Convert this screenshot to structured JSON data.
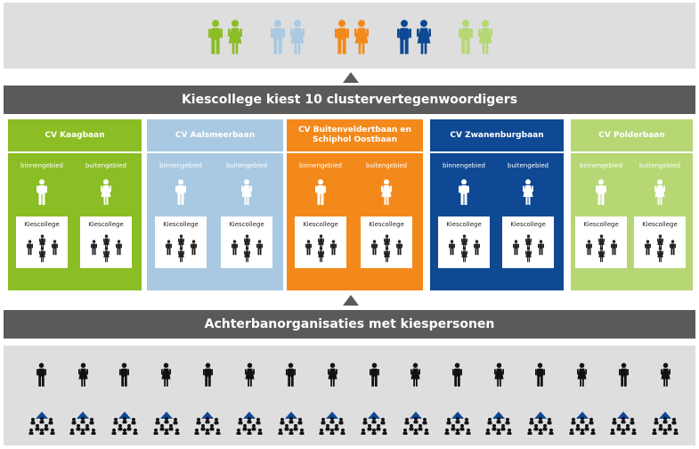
{
  "colors": {
    "green": "#8bbd25",
    "lightblue": "#a9c9e2",
    "orange": "#f3891b",
    "darkblue": "#0f4893",
    "lightgreen": "#b6d774",
    "banner": "#5a5a5a",
    "band": "#dedede"
  },
  "top_people": [
    {
      "color": "#8bbd25",
      "icons": [
        "man-icon",
        "woman-icon"
      ]
    },
    {
      "color": "#a9c9e2",
      "icons": [
        "man-icon",
        "woman-icon"
      ]
    },
    {
      "color": "#f3891b",
      "icons": [
        "man-icon",
        "woman-icon"
      ]
    },
    {
      "color": "#0f4893",
      "icons": [
        "man-icon",
        "woman-icon"
      ]
    },
    {
      "color": "#b6d774",
      "icons": [
        "man-icon",
        "woman-icon"
      ]
    }
  ],
  "banner_top": "Kiescollege kiest 10 clustervertegenwoordigers",
  "banner_bottom": "Achterbanorganisaties met kiespersonen",
  "clusters": [
    {
      "title": "CV Kaagbaan",
      "color": "#8bbd25",
      "label_left": "binnengebied",
      "label_right": "buitengebied",
      "box_label": "Kiescollege"
    },
    {
      "title": "CV Aalsmeerbaan",
      "color": "#a9c9e2",
      "label_left": "binnengebied",
      "label_right": "buitengebied",
      "box_label": "Kiescollege"
    },
    {
      "title": "CV Buitenveldertbaan en Schiphol Oostbaan",
      "color": "#f3891b",
      "label_left": "binnengebied",
      "label_right": "buitengebied",
      "box_label": "Kiescollege"
    },
    {
      "title": "CV Zwanenburgbaan",
      "color": "#0f4893",
      "label_left": "binnengebied",
      "label_right": "buitengebied",
      "box_label": "Kiescollege"
    },
    {
      "title": "CV Polderbaan",
      "color": "#b6d774",
      "label_left": "binnengebied",
      "label_right": "buitengebied",
      "box_label": "Kiescollege"
    }
  ],
  "bottom_people_count": 16,
  "bottom_icons": [
    "person-icon",
    "arrow-up-icon",
    "crowd-icon"
  ]
}
